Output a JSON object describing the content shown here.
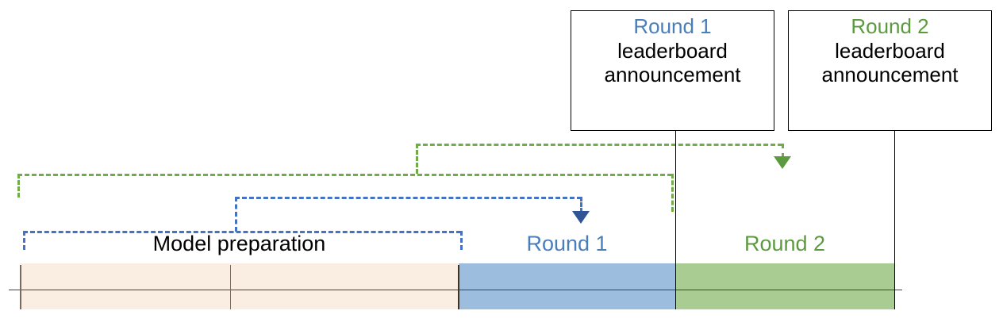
{
  "diagram": {
    "title": "Competition timeline with model preparation and two rounds",
    "colors": {
      "model_preparation_fill": "#faeee3",
      "round1_fill": "#9dbdde",
      "round2_fill": "#a8cc91",
      "round1_accent": "#4a7ebb",
      "round2_accent": "#5b9a3e",
      "blue_bracket": "#4472c4",
      "green_bracket": "#70ad47",
      "axis": "#404040",
      "box_border": "#000000"
    }
  },
  "callouts": [
    {
      "id": "round1-announcement",
      "heading": "Round 1",
      "line2": "leaderboard",
      "line3": "announcement"
    },
    {
      "id": "round2-announcement",
      "heading": "Round 2",
      "line2": "leaderboard",
      "line3": "announcement"
    }
  ],
  "timeline": {
    "segments": [
      {
        "id": "model-preparation",
        "label": "Model preparation",
        "fill": "#faeee3",
        "label_color": "#000000"
      },
      {
        "id": "round-1",
        "label": "Round 1",
        "fill": "#9dbdde",
        "label_color": "#4a7ebb"
      },
      {
        "id": "round-2",
        "label": "Round 2",
        "fill": "#a8cc91",
        "label_color": "#5b9a3e"
      }
    ]
  },
  "brackets": [
    {
      "id": "blue-lower-bracket",
      "color": "#4472c4",
      "description": "spans model preparation phase"
    },
    {
      "id": "blue-upper-bracket",
      "color": "#4472c4",
      "description": "spans from mid model preparation to Round 1 announcement arrow"
    },
    {
      "id": "green-lower-bracket",
      "color": "#70ad47",
      "description": "spans model preparation and Round 1"
    },
    {
      "id": "green-upper-bracket",
      "color": "#70ad47",
      "description": "spans to Round 2 announcement arrow"
    }
  ],
  "arrows": [
    {
      "id": "round1-arrow",
      "color": "#2f5597",
      "points_to": "Round 1"
    },
    {
      "id": "round2-arrow",
      "color": "#5b9a3e",
      "points_to": "Round 2"
    }
  ]
}
